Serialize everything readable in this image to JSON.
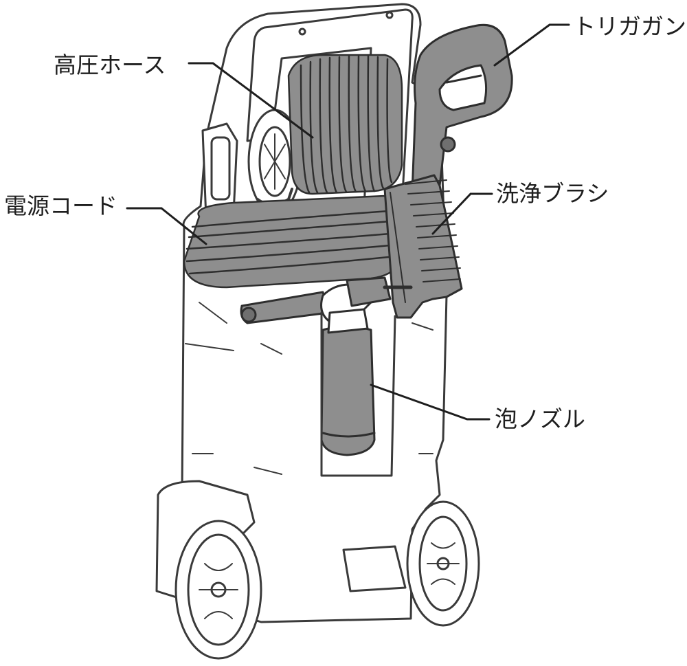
{
  "labels": {
    "high_pressure_hose": "高圧ホース",
    "trigger_gun": "トリガガン",
    "power_cord": "電源コード",
    "wash_brush": "洗浄ブラシ",
    "foam_nozzle": "泡ノズル"
  },
  "colors": {
    "outline": "#3a3a3a",
    "part_fill": "#8e8e8e",
    "part_fill_dark": "#6f6f6f",
    "body_fill": "#ffffff",
    "leader_line": "#1e1e1e",
    "label_text": "#1e1e1e"
  }
}
